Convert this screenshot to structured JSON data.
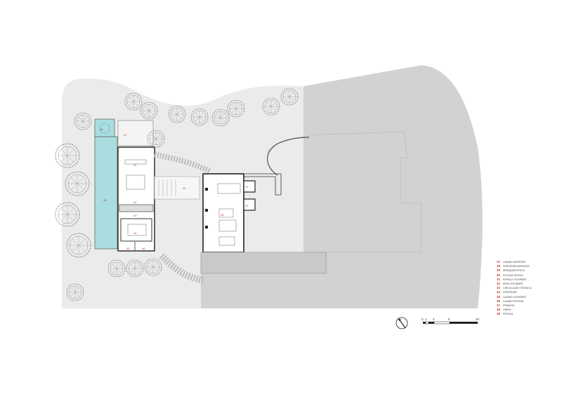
{
  "legend": [
    {
      "num": "37",
      "label": "LAVABO INFERIOR"
    },
    {
      "num": "38",
      "label": "DESPENSA INFERIOR"
    },
    {
      "num": "39",
      "label": "BRINQUEDOTECA"
    },
    {
      "num": "40",
      "label": "ESCADA SOCIAL"
    },
    {
      "num": "41",
      "label": "ESPAÇO GOURMET"
    },
    {
      "num": "42",
      "label": "ÁREA GOURMET"
    },
    {
      "num": "43",
      "label": "CIRCULAÇÃO TÉCNICA"
    },
    {
      "num": "44",
      "label": "DESPENSA"
    },
    {
      "num": "45",
      "label": "LAVABO GOURMET"
    },
    {
      "num": "46",
      "label": "LAVABO PISCINA"
    },
    {
      "num": "47",
      "label": "PRAINHA"
    },
    {
      "num": "48",
      "label": "HIDRO"
    },
    {
      "num": "49",
      "label": "PISCINA"
    }
  ],
  "rooms": {
    "r37": "37",
    "r38": "38",
    "r39": "39",
    "r40": "40",
    "r41": "41",
    "r42": "42",
    "r43": "43",
    "r44": "44",
    "r45": "45",
    "r46": "46",
    "r47": "47",
    "r48": "48",
    "r49": "49"
  },
  "scale": {
    "t0": "0",
    "t1": "1",
    "t2": "2",
    "t5": "5",
    "t10": "10"
  },
  "colors": {
    "ground": "#d2d2d2",
    "garden": "#ebebeb",
    "pool": "#a9dde0",
    "walls": "#222222",
    "labels": "#c0392b"
  }
}
